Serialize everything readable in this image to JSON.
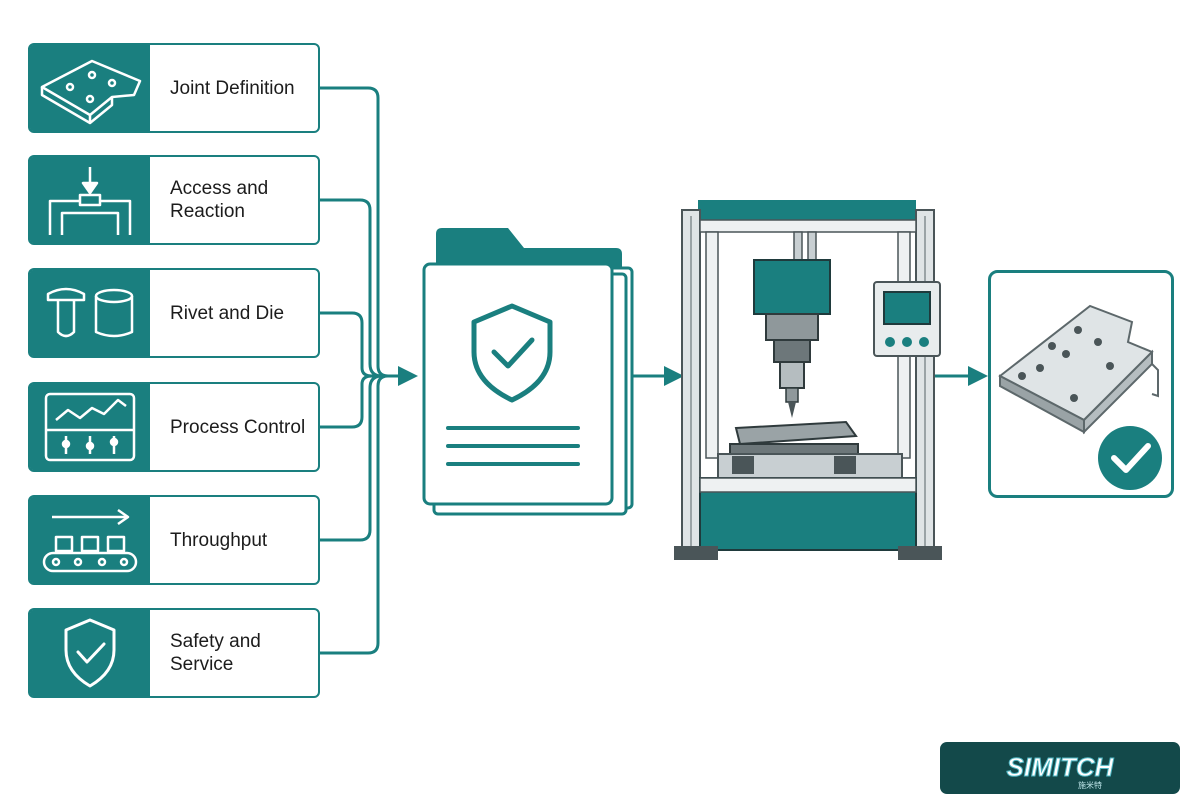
{
  "factors": [
    {
      "label": "Joint Definition",
      "icon": "sheet-plate-icon"
    },
    {
      "label": "Access and Reaction",
      "icon": "press-fixture-icon"
    },
    {
      "label": "Rivet and Die",
      "icon": "rivet-die-icon"
    },
    {
      "label": "Process Control",
      "icon": "process-graph-icon"
    },
    {
      "label": "Throughput",
      "icon": "conveyor-icon"
    },
    {
      "label": "Safety and Service",
      "icon": "shield-check-icon"
    }
  ],
  "center": {
    "icon": "shield-document-folder-icon"
  },
  "machine": {
    "icon": "riveting-machine-icon"
  },
  "result": {
    "icon": "finished-part-check-icon"
  },
  "logo": {
    "text": "SIMITCH",
    "subtext": "施米特"
  },
  "colors": {
    "teal": "#1a7f7f",
    "dark_teal": "#13494a",
    "gray": "#c8cfd2"
  }
}
